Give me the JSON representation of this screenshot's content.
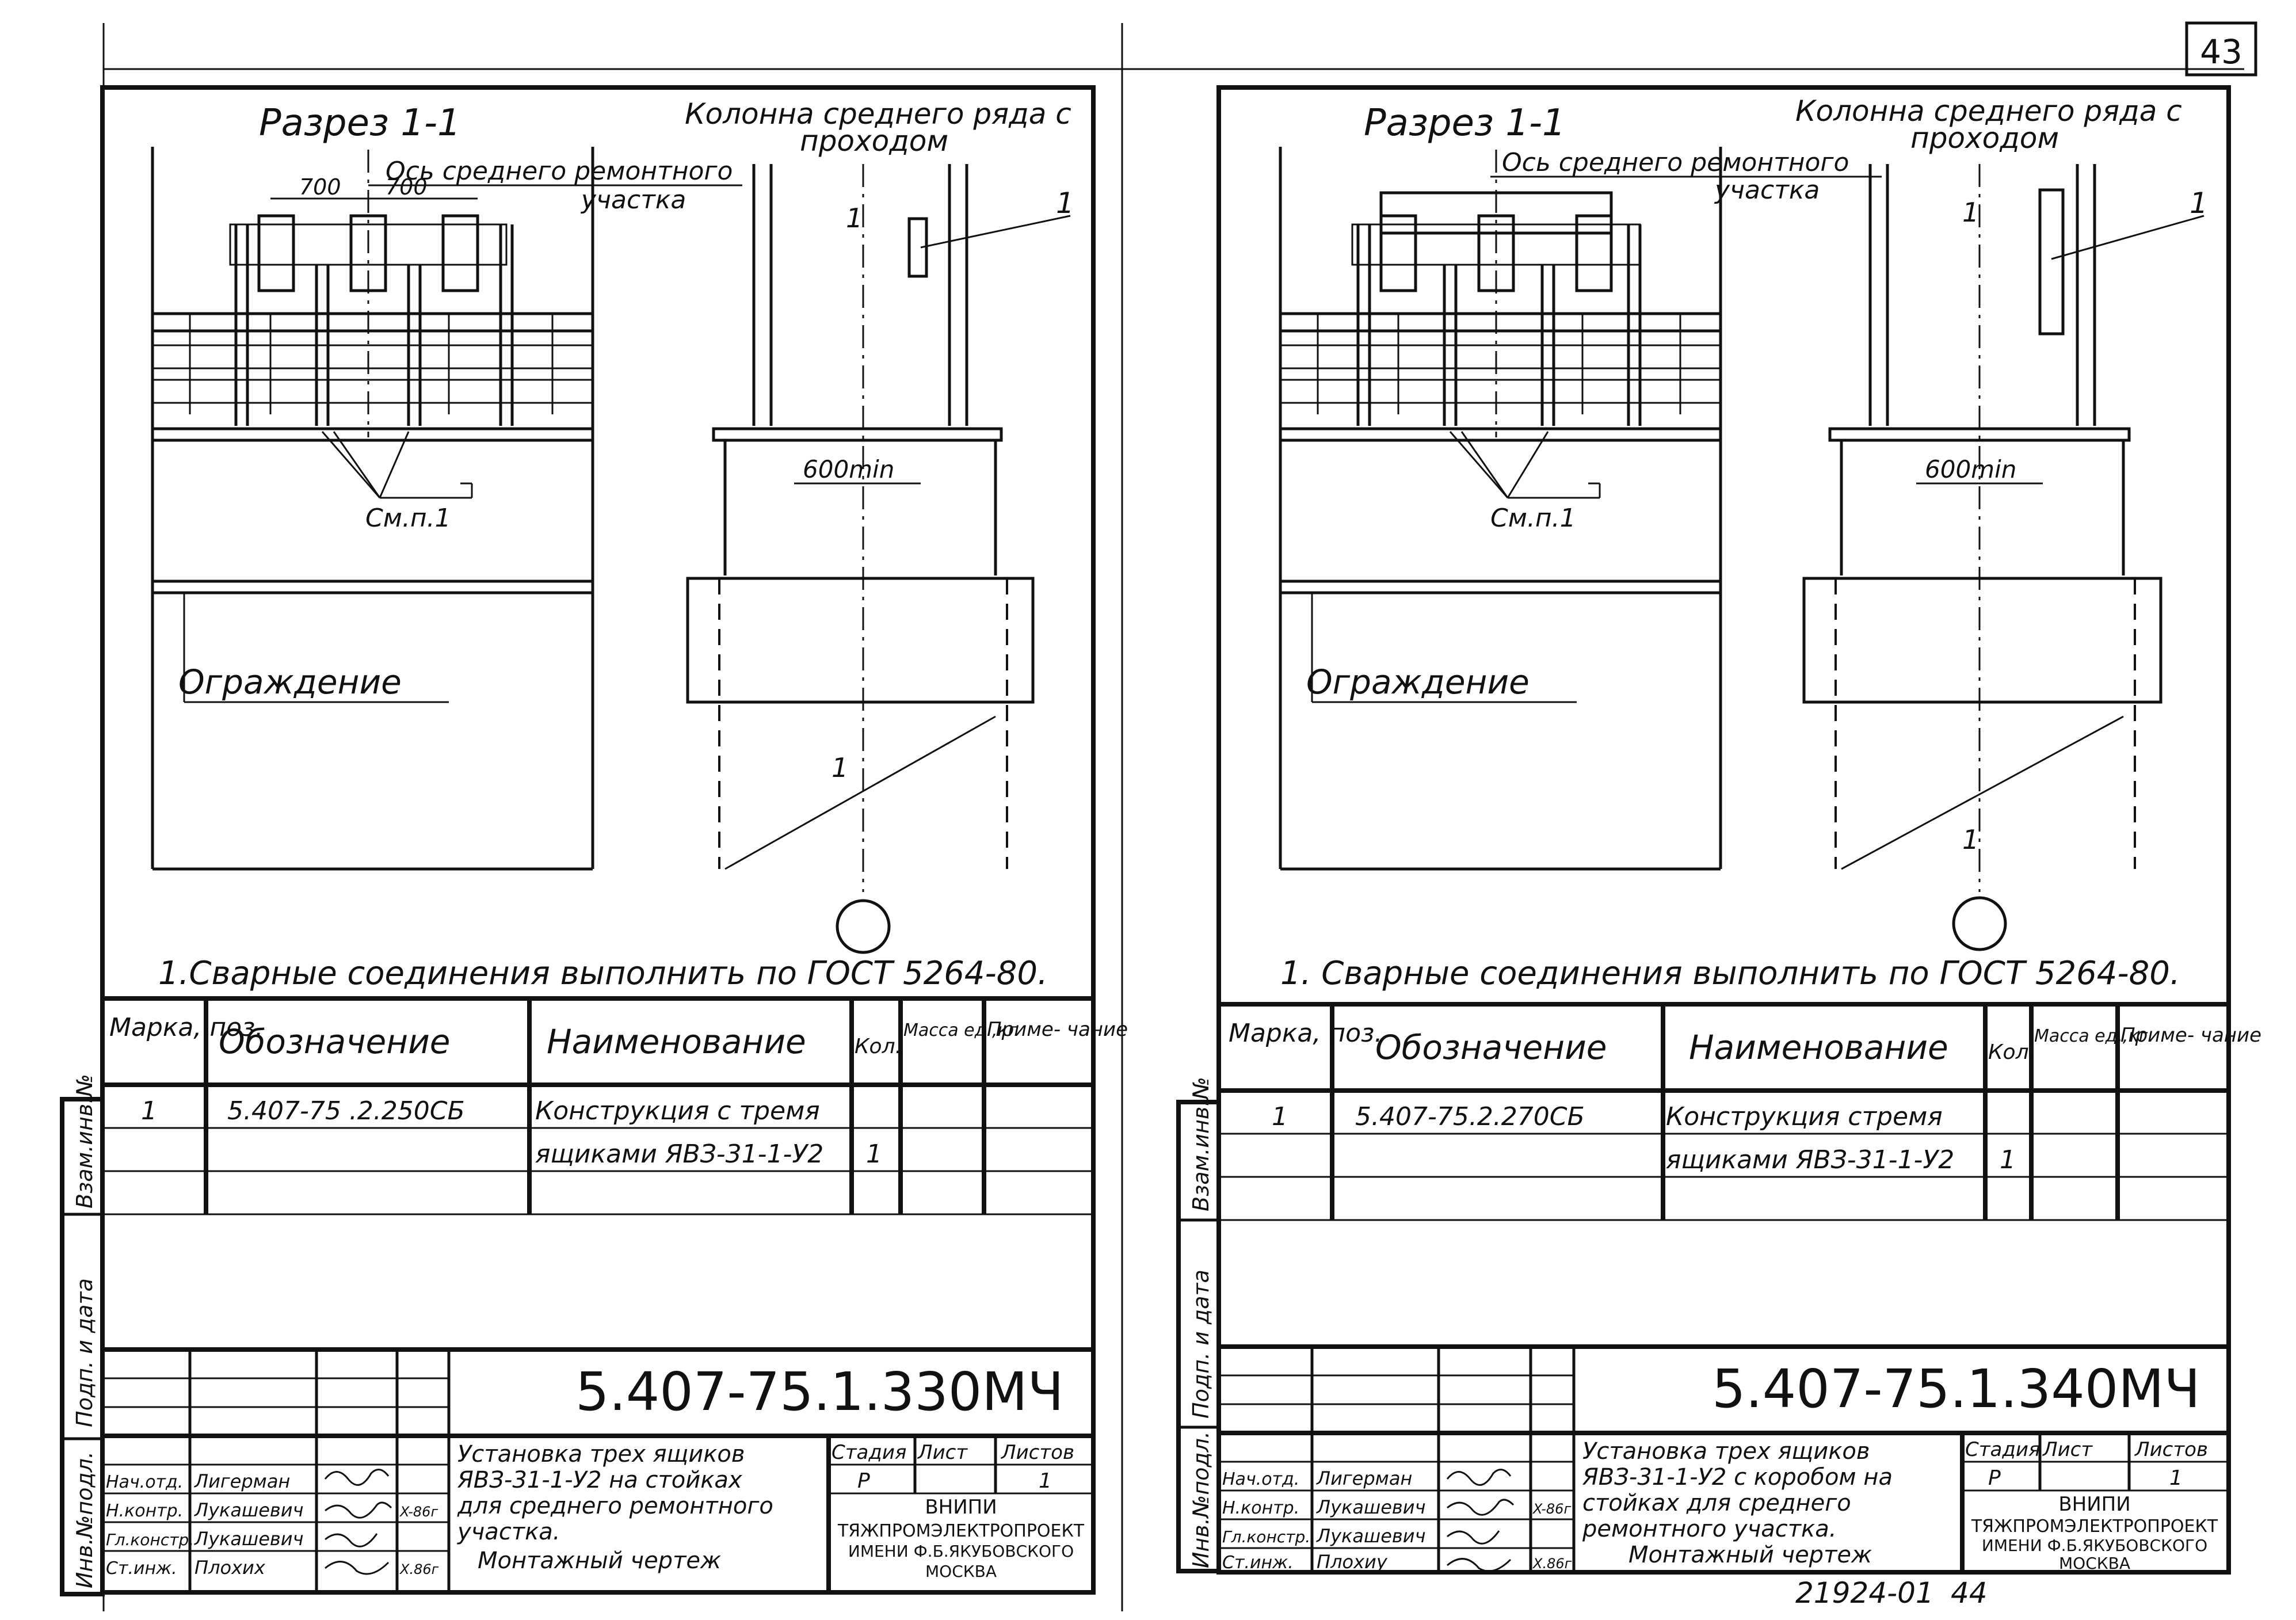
{
  "page_number": "43",
  "sheets": [
    {
      "id": "left",
      "section_title": "Разрез 1-1",
      "column_label": [
        "Колонна среднего ряда с",
        "проходом"
      ],
      "axis_label": [
        "Ось среднего ремонтного",
        "участка"
      ],
      "dims": [
        "700",
        "700"
      ],
      "dim_600": "600min",
      "see_note": "См.п.1",
      "fence_label": "Ограждение",
      "callout": "1",
      "section_mark": "1",
      "note": "1.Сварные соединения выполнить по ГОСТ 5264-80.",
      "spec_headers": [
        "Марка, поз.",
        "Обозначение",
        "Наименование",
        "Кол.",
        "Масса ед.,кг",
        "Приме- чание"
      ],
      "spec_rows": [
        {
          "mark": "1",
          "designation": "5.407-75 .2.250СБ",
          "name": "Конструкция с тремя",
          "qty": "",
          "mass": "",
          "note": ""
        },
        {
          "mark": "",
          "designation": "",
          "name": "ящиками ЯВЗ-31-1-У2",
          "qty": "1",
          "mass": "",
          "note": ""
        }
      ],
      "side_labels": [
        "Взам.инв.№",
        "Подп. и дата",
        "Инв.№подл."
      ],
      "doc_code": "5.407-75.1.330МЧ",
      "title_lines": [
        "Установка трех ящиков",
        "ЯВЗ-31-1-У2 на стойках",
        "для среднего ремонтного",
        "участка.",
        "Монтажный чертеж"
      ],
      "stamp_headers": [
        "Стадия",
        "Лист",
        "Листов"
      ],
      "stamp_values": [
        "Р",
        "",
        "1"
      ],
      "org": [
        "ВНИПИ",
        "ТЯЖПРОМЭЛЕКТРОПРОЕКТ",
        "ИМЕНИ Ф.Б.ЯКУБОВСКОГО",
        "МОСКВА"
      ],
      "staff": [
        {
          "role": "Нач.отд.",
          "name": "Лигерман",
          "date": ""
        },
        {
          "role": "Н.контр.",
          "name": "Лукашевич",
          "date": "X-86г"
        },
        {
          "role": "Гл.констр.",
          "name": "Лукашевич",
          "date": ""
        },
        {
          "role": "Ст.инж.",
          "name": "Плохих",
          "date": "X.86г"
        }
      ]
    },
    {
      "id": "right",
      "section_title": "Разрез 1-1",
      "column_label": [
        "Колонна среднего ряда с",
        "проходом"
      ],
      "axis_label": [
        "Ось среднего ремонтного",
        "участка"
      ],
      "dim_600": "600min",
      "see_note": "См.п.1",
      "fence_label": "Ограждение",
      "callout": "1",
      "section_mark": "1",
      "note": "1. Сварные соединения выполнить по ГОСТ 5264-80.",
      "spec_headers": [
        "Марка, поз.",
        "Обозначение",
        "Наименование",
        "Кол.",
        "Масса ед.,кг",
        "Приме- чание"
      ],
      "spec_rows": [
        {
          "mark": "1",
          "designation": "5.407-75.2.270СБ",
          "name": "Конструкция стремя",
          "qty": "",
          "mass": "",
          "note": ""
        },
        {
          "mark": "",
          "designation": "",
          "name": "ящиками ЯВЗ-31-1-У2",
          "qty": "1",
          "mass": "",
          "note": ""
        }
      ],
      "side_labels": [
        "Взам.инв.№",
        "Подп. и дата",
        "Инв.№подл."
      ],
      "doc_code": "5.407-75.1.340МЧ",
      "title_lines": [
        "Установка трех ящиков",
        "ЯВЗ-31-1-У2 с коробом на",
        "стойках для среднего",
        "ремонтного участка.",
        "Монтажный чертеж"
      ],
      "stamp_headers": [
        "Стадия",
        "Лист",
        "Листов"
      ],
      "stamp_values": [
        "Р",
        "",
        "1"
      ],
      "org": [
        "ВНИПИ",
        "ТЯЖПРОМЭЛЕКТРОПРОЕКТ",
        "ИМЕНИ Ф.Б.ЯКУБОВСКОГО",
        "МОСКВА"
      ],
      "staff": [
        {
          "role": "Нач.отд.",
          "name": "Лигерман",
          "date": ""
        },
        {
          "role": "Н.контр.",
          "name": "Лукашевич",
          "date": "X-86г"
        },
        {
          "role": "Гл.констр.",
          "name": "Лукашевич",
          "date": ""
        },
        {
          "role": "Ст.инж.",
          "name": "Плохиу",
          "date": "X.86г"
        }
      ],
      "footer": [
        "21924-01",
        "44"
      ]
    }
  ]
}
